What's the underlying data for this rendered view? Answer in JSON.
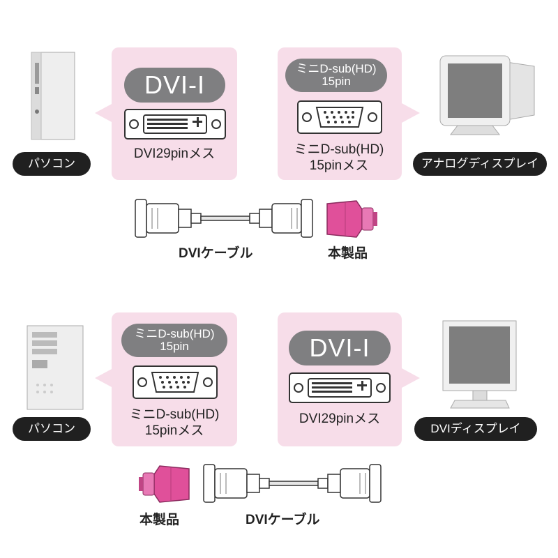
{
  "section1": {
    "left_device_label": "パソコン",
    "right_device_label": "アナログディスプレイ",
    "left_panel": {
      "pill": "DVI-I",
      "connector_label": "DVI29pinメス"
    },
    "right_panel": {
      "pill_line1": "ミニD-sub(HD)",
      "pill_line2": "15pin",
      "connector_label_line1": "ミニD-sub(HD)",
      "connector_label_line2": "15pinメス"
    },
    "cable_caption": "DVIケーブル",
    "product_caption": "本製品"
  },
  "section2": {
    "left_device_label": "パソコン",
    "right_device_label": "DVIディスプレイ",
    "left_panel": {
      "pill_line1": "ミニD-sub(HD)",
      "pill_line2": "15pin",
      "connector_label_line1": "ミニD-sub(HD)",
      "connector_label_line2": "15pinメス"
    },
    "right_panel": {
      "pill": "DVI-I",
      "connector_label": "DVI29pinメス"
    },
    "product_caption": "本製品",
    "cable_caption": "DVIケーブル"
  },
  "colors": {
    "panel": "#f7dde9",
    "pill": "#7f7f81",
    "badge": "#202020",
    "adapter": "#e0509a"
  }
}
